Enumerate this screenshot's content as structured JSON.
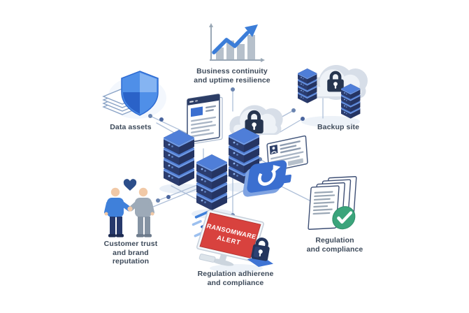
{
  "diagram": {
    "nodes": {
      "business_continuity": {
        "icon": "growth-chart-icon",
        "lines": [
          "Business continuity",
          "and uptime resilience"
        ]
      },
      "data_assets": {
        "icon": "shield-data-icon",
        "lines": [
          "Data assets"
        ]
      },
      "backup_site": {
        "icon": "cloud-lock-servers-icon",
        "lines": [
          "Backup site"
        ]
      },
      "customer_trust": {
        "icon": "handshake-heart-icon",
        "lines": [
          "Customer trust",
          "and brand",
          "reputation"
        ]
      },
      "ransomware_alert": {
        "icon": "ransomware-monitor-icon",
        "screen_lines": [
          "RANSOMWARE",
          "ALERT"
        ],
        "lines": [
          "Regulation adhierene",
          "and compliance"
        ]
      },
      "regulation_compliance": {
        "icon": "documents-check-icon",
        "lines": [
          "Regulation",
          "and compliance"
        ]
      }
    },
    "center_illustration": {
      "parts": [
        "server-towers-icon",
        "browser-window-icon",
        "cloud-lock-icon",
        "document-window-icon",
        "recovery-badge-icon"
      ]
    },
    "colors": {
      "accent_blue": "#3b7dd8",
      "server_top_blue": "#4f7ed8",
      "server_navy": "#2b3c6e",
      "server_side_navy": "#1f2c55",
      "cloud_gray": "#d7dee8",
      "lock_navy": "#26354f",
      "alert_red": "#d8423e",
      "success_green": "#3ba47b",
      "heart_navy": "#2c4e8a",
      "connector_line": "#aebfd8",
      "connector_dot": "#6a84b0",
      "label_text": "#3d4a5a"
    }
  }
}
